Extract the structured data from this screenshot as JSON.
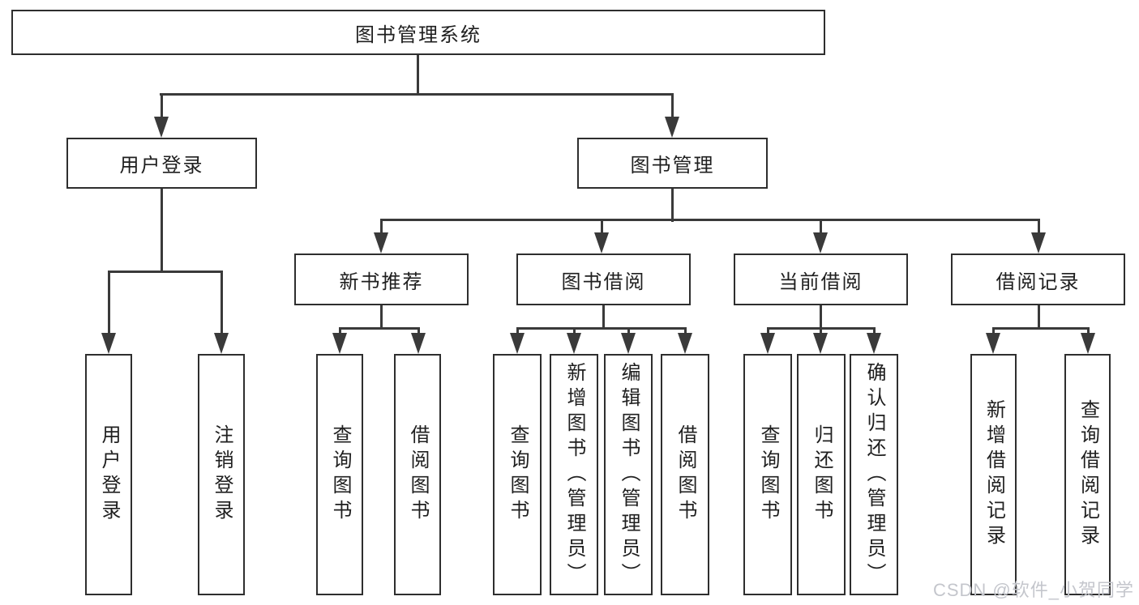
{
  "title": "图书管理系统",
  "level2": {
    "left": "用户登录",
    "right": "图书管理"
  },
  "level3": [
    "新书推荐",
    "图书借阅",
    "当前借阅",
    "借阅记录"
  ],
  "leaves": {
    "login": [
      "用户登录",
      "注销登录"
    ],
    "recommend": [
      "查询图书",
      "借阅图书"
    ],
    "borrow": [
      "查询图书",
      "新增图书（管理员）",
      "编辑图书（管理员）",
      "借阅图书"
    ],
    "current": [
      "查询图书",
      "归还图书",
      "确认归还（管理员）"
    ],
    "records": [
      "新增借阅记录",
      "查询借阅记录"
    ]
  },
  "watermark": "CSDN @软件_小贺同学",
  "colors": {
    "line": "#3a3a3a",
    "box_border": "#2e2e2e",
    "text": "#1f1f1f",
    "background": "#ffffff",
    "watermark": "#c4c6cc"
  }
}
